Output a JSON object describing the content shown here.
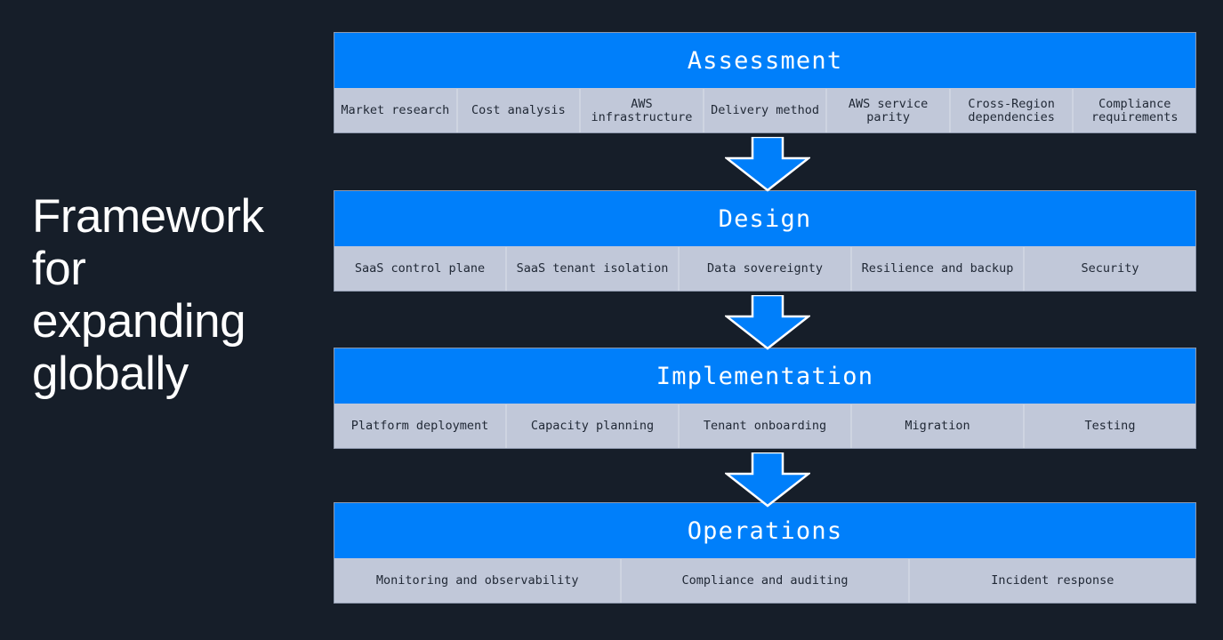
{
  "title": {
    "text": "Framework\nfor\nexpanding\nglobally"
  },
  "colors": {
    "background": "#161e29",
    "header_blue": "#007ffa",
    "cell_gray": "#c1c8d9",
    "cell_text": "#212936",
    "header_text": "#ffffff",
    "arrow_fill": "#007ffa",
    "arrow_outline": "#ffffff",
    "divider": "#ced4e1"
  },
  "stages": [
    {
      "name": "assessment",
      "label": "Assessment",
      "items": [
        {
          "label": "Market research",
          "flex": 1.0
        },
        {
          "label": "Cost analysis",
          "flex": 1.0
        },
        {
          "label": "AWS\ninfrastructure",
          "flex": 1.0
        },
        {
          "label": "Delivery method",
          "flex": 1.0
        },
        {
          "label": "AWS service\nparity",
          "flex": 1.0
        },
        {
          "label": "Cross-Region\ndependencies",
          "flex": 1.0
        },
        {
          "label": "Compliance\nrequirements",
          "flex": 1.0
        }
      ]
    },
    {
      "name": "design",
      "label": "Design",
      "items": [
        {
          "label": "SaaS control plane",
          "flex": 1.0
        },
        {
          "label": "SaaS tenant isolation",
          "flex": 1.0
        },
        {
          "label": "Data sovereignty",
          "flex": 1.0
        },
        {
          "label": "Resilience and backup",
          "flex": 1.0
        },
        {
          "label": "Security",
          "flex": 1.0
        }
      ]
    },
    {
      "name": "implementation",
      "label": "Implementation",
      "items": [
        {
          "label": "Platform deployment",
          "flex": 1.0
        },
        {
          "label": "Capacity planning",
          "flex": 1.0
        },
        {
          "label": "Tenant onboarding",
          "flex": 1.0
        },
        {
          "label": "Migration",
          "flex": 1.0
        },
        {
          "label": "Testing",
          "flex": 1.0
        }
      ]
    },
    {
      "name": "operations",
      "label": "Operations",
      "items": [
        {
          "label": "Monitoring and observability",
          "flex": 1.0
        },
        {
          "label": "Compliance and auditing",
          "flex": 1.0
        },
        {
          "label": "Incident response",
          "flex": 1.0
        }
      ]
    }
  ],
  "connectors": [
    {
      "name": "assessment-to-design",
      "icon": "down-arrow-icon"
    },
    {
      "name": "design-to-implementation",
      "icon": "down-arrow-icon"
    },
    {
      "name": "implementation-to-operations",
      "icon": "down-arrow-icon"
    }
  ]
}
